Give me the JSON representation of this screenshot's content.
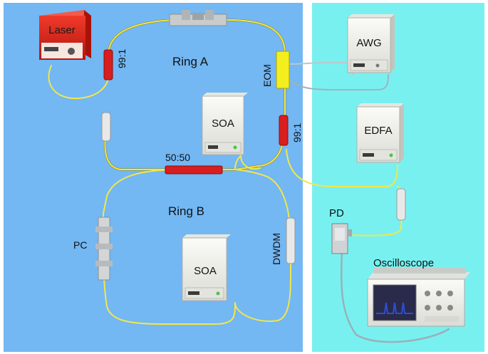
{
  "diagram": {
    "devices": {
      "laser": "Laser",
      "awg": "AWG",
      "edfa": "EDFA",
      "soa_top": "SOA",
      "soa_bottom": "SOA",
      "pd": "PD",
      "oscilloscope": "Oscilloscope"
    },
    "components": {
      "coupler_99_1_left": "99:1",
      "coupler_99_1_right": "99:1",
      "coupler_50_50": "50:50",
      "eom": "EOM",
      "pc": "PC",
      "dwdm": "DWDM"
    },
    "rings": {
      "ring_a": "Ring A",
      "ring_b": "Ring B"
    },
    "colors": {
      "left_panel": "#73b7f3",
      "right_panel": "#79f0f0",
      "fiber": "#f2e64a",
      "laser_body": "#e8231b",
      "coupler": "#d81e1e",
      "eom_body": "#f4ee1f",
      "device_body": "#f4f4f0",
      "screen": "#2a2a4a",
      "pulse": "#2a4fd8"
    }
  }
}
